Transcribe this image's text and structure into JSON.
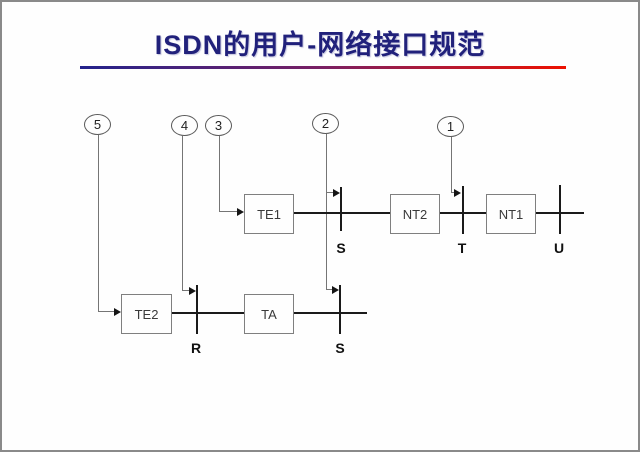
{
  "slide": {
    "title": "ISDN的用户-网络接口规范"
  },
  "diagram": {
    "callouts": [
      {
        "label": "5"
      },
      {
        "label": "4"
      },
      {
        "label": "3"
      },
      {
        "label": "2"
      },
      {
        "label": "1"
      }
    ],
    "boxes": [
      {
        "label": "TE1"
      },
      {
        "label": "NT2"
      },
      {
        "label": "NT1"
      },
      {
        "label": "TE2"
      },
      {
        "label": "TA"
      }
    ],
    "reference_points": [
      {
        "label": "S"
      },
      {
        "label": "T"
      },
      {
        "label": "U"
      },
      {
        "label": "R"
      },
      {
        "label": "S"
      }
    ]
  },
  "colors": {
    "title_text": "#21217b",
    "rule_gradient_left": "#23238c",
    "rule_gradient_right": "#ee1100",
    "connector_line": "#1a1a1a",
    "leader_line": "#757575",
    "box_border": "#7f7f7f",
    "slide_border": "#8a8a8a"
  }
}
